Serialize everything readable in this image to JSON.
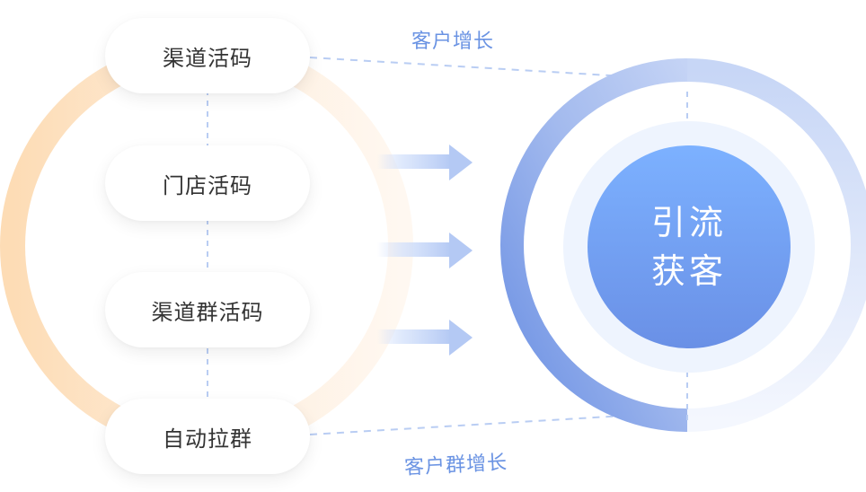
{
  "source_items": [
    {
      "label": "渠道活码"
    },
    {
      "label": "门店活码"
    },
    {
      "label": "渠道群活码"
    },
    {
      "label": "自动拉群"
    }
  ],
  "flow_labels": {
    "top": "客户增长",
    "bottom": "客户群增长"
  },
  "target": {
    "line1": "引流",
    "line2": "获客"
  },
  "colors": {
    "orange_ring": "#fde1bf",
    "blue_accent": "#6a93e3",
    "blue_dark": "#6a8fe3",
    "blue_light": "#7db2ff",
    "pale_ring": "#eef4fe",
    "dash": "#b9cdf3"
  },
  "icons": {
    "arrow": "right-arrow-icon"
  }
}
